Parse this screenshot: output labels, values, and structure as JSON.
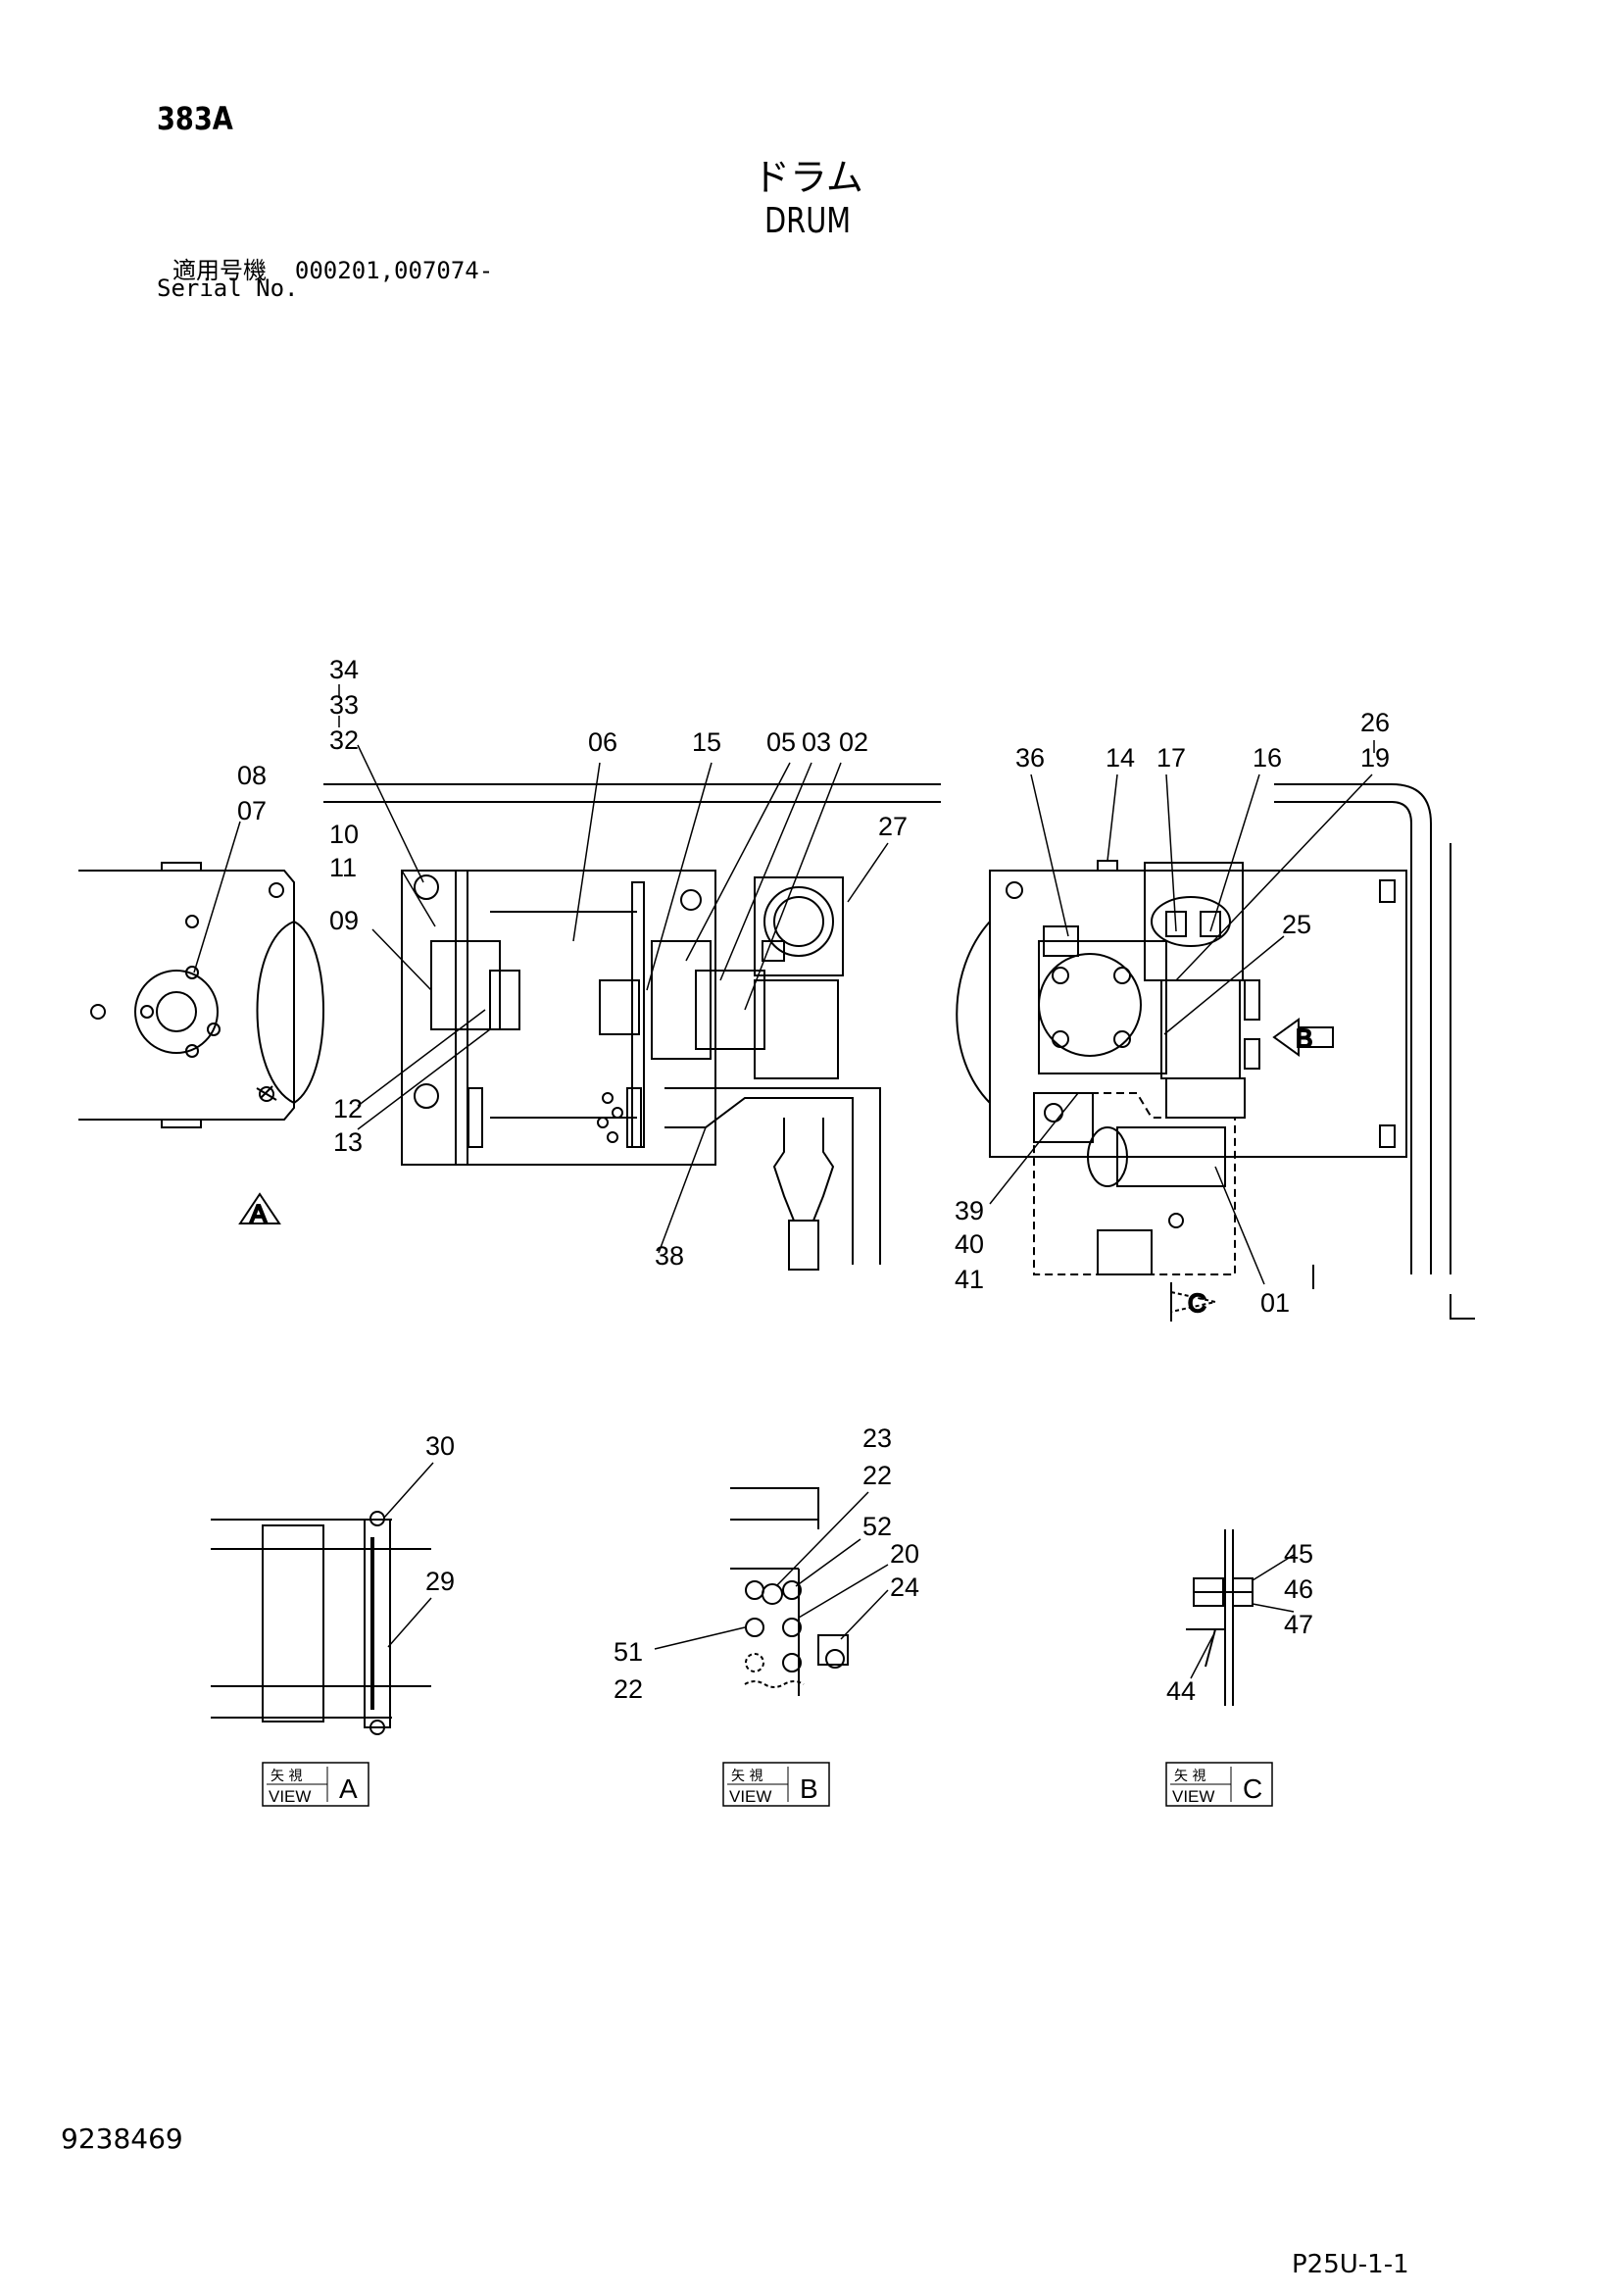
{
  "header": {
    "page_code": "383A",
    "title_jp": "ドラム",
    "title_en": "DRUM",
    "serial_label_jp": "適用号機",
    "serial_value": "000201,007074-",
    "serial_label_en": "Serial No."
  },
  "footer": {
    "doc_number": "9238469",
    "sheet_code": "P25U-1-1"
  },
  "callouts": {
    "c34": "34",
    "c33": "33",
    "c32": "32",
    "c08": "08",
    "c07": "07",
    "c10": "10",
    "c11": "11",
    "c09": "09",
    "c12": "12",
    "c13": "13",
    "c06": "06",
    "c15": "15",
    "c05": "05",
    "c03": "03",
    "c02": "02",
    "c27": "27",
    "c38": "38",
    "c36": "36",
    "c14": "14",
    "c17": "17",
    "c16": "16",
    "c26": "26",
    "c19": "19",
    "c25": "25",
    "c39": "39",
    "c40": "40",
    "c41": "41",
    "c01": "01",
    "c30": "30",
    "c29": "29",
    "c23": "23",
    "c22a": "22",
    "c52": "52",
    "c20": "20",
    "c24": "24",
    "c51": "51",
    "c22b": "22",
    "c45": "45",
    "c46": "46",
    "c47": "47",
    "c44": "44"
  },
  "view_arrows": {
    "a": "A",
    "b": "B",
    "c": "C"
  },
  "view_labels": {
    "jp": "矢 視",
    "en": "VIEW",
    "a": "A",
    "b": "B",
    "c": "C"
  }
}
